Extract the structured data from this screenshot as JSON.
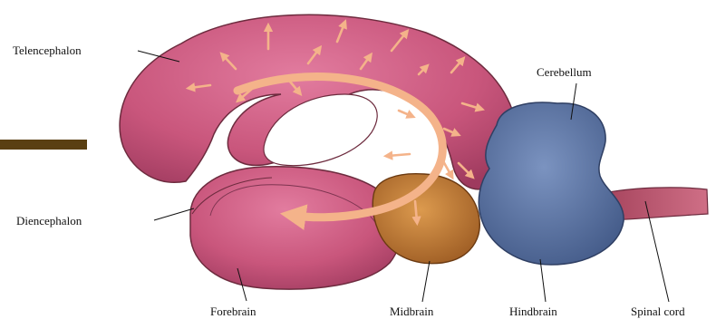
{
  "labels": {
    "telencephalon": "Telencephalon",
    "cerebellum": "Cerebellum",
    "diencephalon": "Diencephalon",
    "forebrain": "Forebrain",
    "midbrain": "Midbrain",
    "hindbrain": "Hindbrain",
    "spinal_cord": "Spinal cord"
  },
  "colors": {
    "forebrain": "#c9567c",
    "midbrain": "#b8722f",
    "hindbrain": "#566f9c",
    "spinal_cord": "#b8566e",
    "arrows": "#f4b38a",
    "accent_bar": "#5a3f12"
  }
}
